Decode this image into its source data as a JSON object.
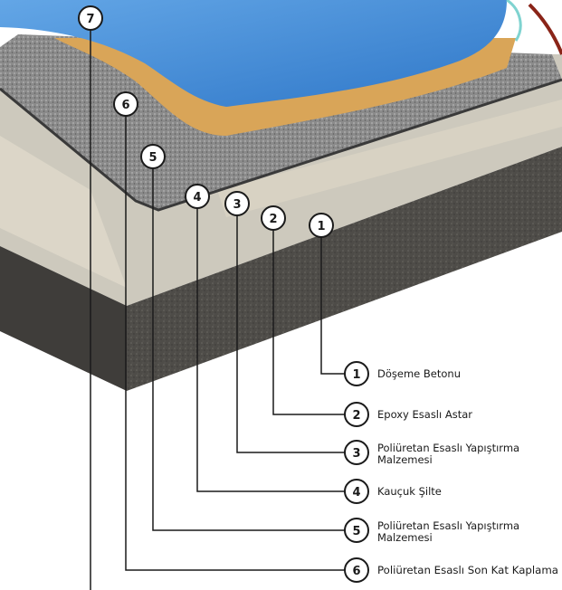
{
  "diagram": {
    "layers": [
      {
        "number": "1",
        "label_lines": [
          "Döşeme Betonu"
        ]
      },
      {
        "number": "2",
        "label_lines": [
          "Epoxy Esaslı Astar"
        ]
      },
      {
        "number": "3",
        "label_lines": [
          "Poliüretan Esaslı Yapıştırma",
          "Malzemesi"
        ]
      },
      {
        "number": "4",
        "label_lines": [
          "Kauçuk Şilte"
        ]
      },
      {
        "number": "5",
        "label_lines": [
          "Poliüretan Esaslı Yapıştırma",
          "Malzemesi"
        ]
      },
      {
        "number": "6",
        "label_lines": [
          "Poliüretan Esaslı Son Kat Kaplama"
        ]
      },
      {
        "number": "7",
        "label_lines": []
      }
    ],
    "colors": {
      "concrete_face": "#4e4c48",
      "concrete_top": "#cdc9bd",
      "sand": "#d9a558",
      "track_gravel": "#8b8b8b",
      "track_edge": "#3a3a3a",
      "water": "#2f77c8",
      "water_highlight": "#63a6e6",
      "line": "#1a1a1a"
    }
  }
}
